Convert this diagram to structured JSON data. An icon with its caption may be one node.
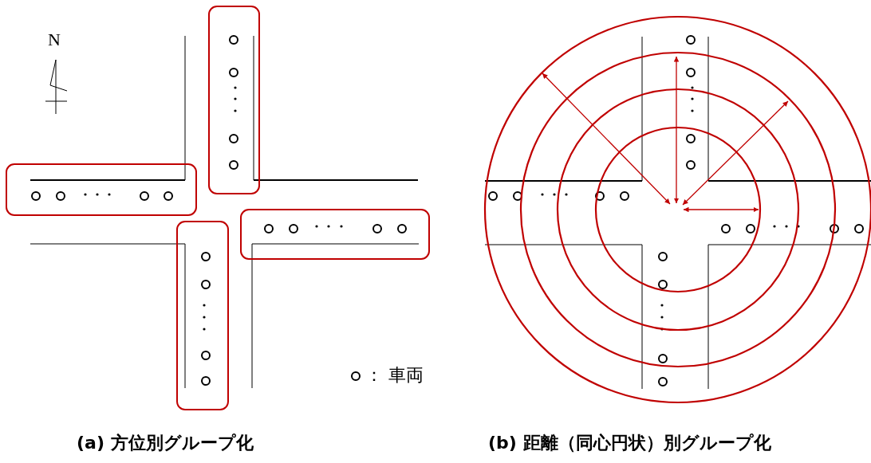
{
  "diagram": {
    "nodes": [
      {
        "text": [],
        "shape": "box"
      },
      {
        "text": [],
        "shape": "box"
      },
      {
        "text": [],
        "shape": "box"
      },
      {
        "text": [],
        "shape": "box"
      }
    ],
    "labels": [
      "N",
      "(a) 方位別グループ化",
      "(b) 距離（同心円状）別グループ化"
    ],
    "legend": [
      {
        "text": "： 車両"
      }
    ]
  }
}
